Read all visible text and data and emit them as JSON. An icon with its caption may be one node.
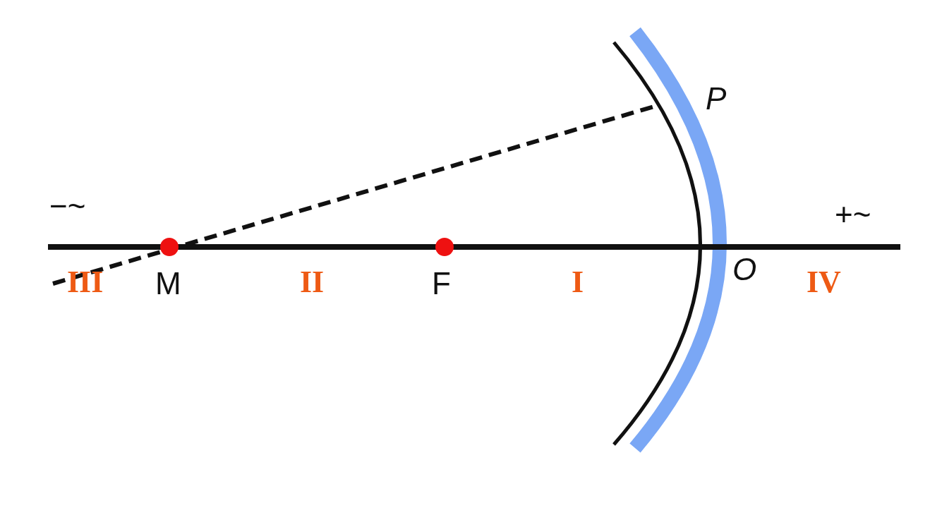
{
  "diagram": {
    "labels": [
      "P",
      "−~",
      "+~",
      "III",
      "M",
      "II",
      "F",
      "I",
      "O",
      "IV"
    ]
  }
}
